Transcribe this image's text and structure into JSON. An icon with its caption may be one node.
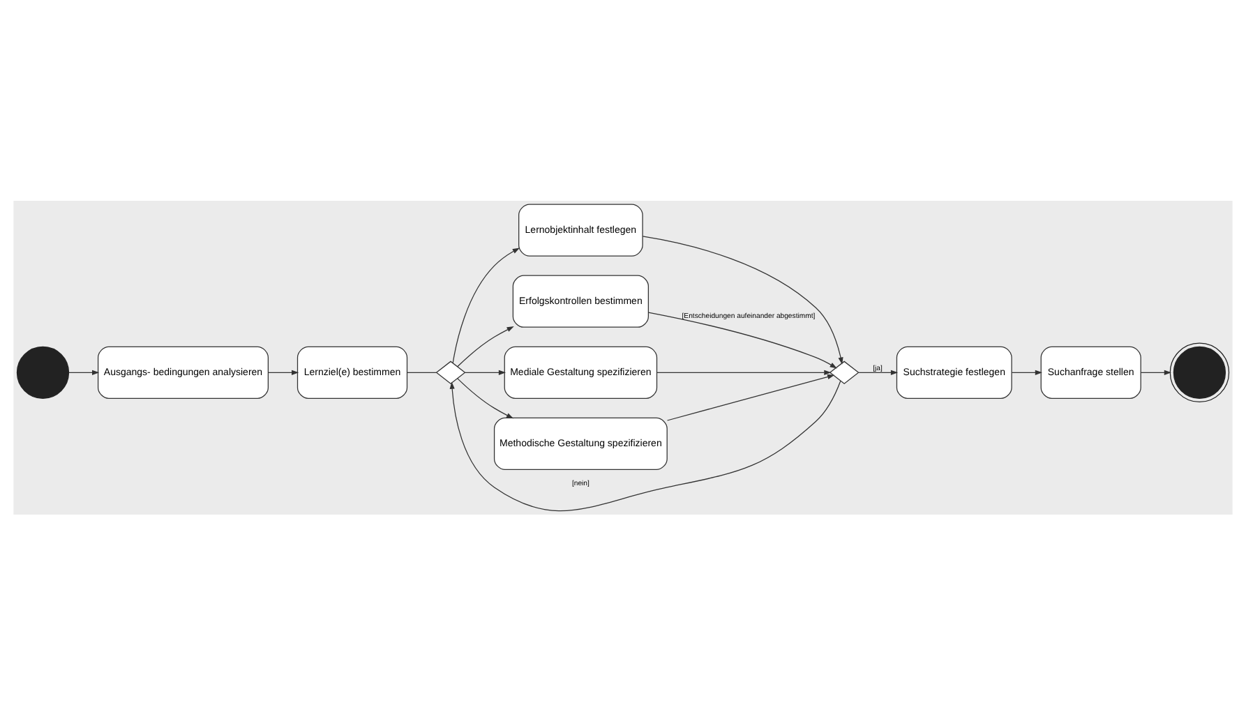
{
  "diagram": {
    "nodes": [
      {
        "text": [],
        "shape": "circle"
      },
      {
        "text": [
          "Ausgangs- bedingungen analysieren"
        ]
      },
      {
        "text": [
          "Lernziel(e) bestimmen"
        ]
      },
      {
        "text": [],
        "shape": "diamond"
      },
      {
        "text": [
          "Lernobjektinhalt festlegen"
        ]
      },
      {
        "text": [
          "Erfolgskontrollen bestimmen"
        ]
      },
      {
        "text": [
          "Mediale Gestaltung spezifizieren"
        ]
      },
      {
        "text": [
          "Methodische Gestaltung spezifizieren"
        ]
      },
      {
        "text": [],
        "shape": "diamond"
      },
      {
        "text": [
          "Suchstrategie festlegen"
        ]
      },
      {
        "text": [
          "Suchanfrage stellen"
        ]
      },
      {
        "text": [],
        "shape": "bullseye"
      }
    ],
    "edges": [
      {
        "from": 0,
        "to": 1,
        "arrow": "to"
      },
      {
        "from": 1,
        "to": 2,
        "arrow": "to"
      },
      {
        "from": 2,
        "to": 3,
        "arrow": "none"
      },
      {
        "from": 3,
        "to": 4,
        "arrow": "to"
      },
      {
        "from": 3,
        "to": 5,
        "arrow": "to"
      },
      {
        "from": 3,
        "to": 6,
        "arrow": "to"
      },
      {
        "from": 3,
        "to": 7,
        "arrow": "to"
      },
      {
        "from": 4,
        "to": 8,
        "arrow": "to"
      },
      {
        "from": 5,
        "to": 8,
        "arrow": "to",
        "label": "[Entscheidungen aufeinander abgestimmt]"
      },
      {
        "from": 6,
        "to": 8,
        "arrow": "to"
      },
      {
        "from": 7,
        "to": 8,
        "arrow": "to"
      },
      {
        "from": 8,
        "to": 9,
        "arrow": "to",
        "label": "[ja]"
      },
      {
        "from": 8,
        "to": 3,
        "arrow": "to",
        "label": "[nein]"
      },
      {
        "from": 9,
        "to": 10,
        "arrow": "to"
      },
      {
        "from": 10,
        "to": 11,
        "arrow": "to"
      }
    ]
  }
}
